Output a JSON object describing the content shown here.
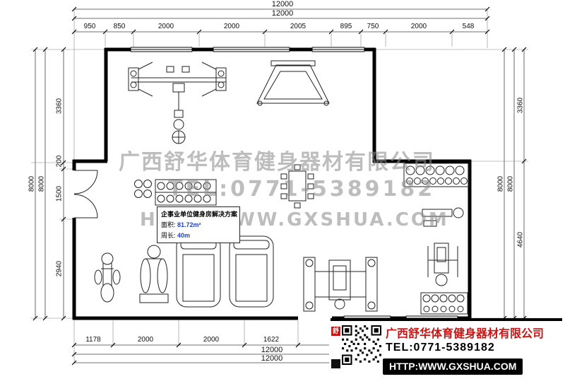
{
  "watermark": {
    "line1": "广西舒华体育健身器材有限公司",
    "line2": "TEL:0771-5389182",
    "line3": "HTTP:WWW.GXSHUA.COM"
  },
  "solution_box": {
    "title": "企事业单位健身房解决方案",
    "area_label": "面积:",
    "area_value": "81.72m²",
    "perimeter_label": "周长:",
    "perimeter_value": "40m"
  },
  "info_block": {
    "logo_char": "舒",
    "company_name": "广西舒华体育健身器材有限公司",
    "tel": "TEL:0771-5389182",
    "url": "HTTP:WWW.GXSHUA.COM"
  },
  "dimensions": {
    "top_total_1": "12000",
    "top_total_2": "12000",
    "top_segments": [
      "950",
      "850",
      "2000",
      "2000",
      "2005",
      "895",
      "750",
      "2000",
      "548"
    ],
    "left_totals": [
      "8000",
      "8000"
    ],
    "left_segments": [
      "3360",
      "200",
      "1500",
      "2940"
    ],
    "right_totals": [
      "8000",
      "8000"
    ],
    "right_segments": [
      "3360",
      "4640"
    ],
    "bottom_segments": [
      "1178",
      "2000",
      "2000",
      "1622"
    ],
    "bottom_total_1": "12000",
    "bottom_total_2": "12000"
  }
}
